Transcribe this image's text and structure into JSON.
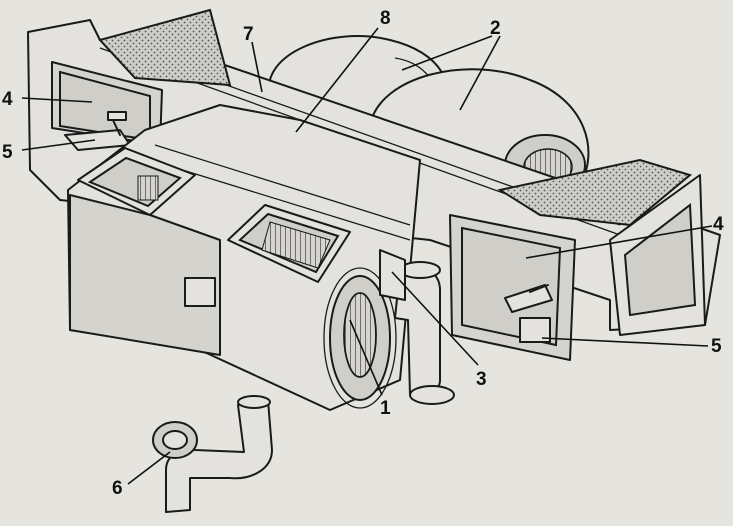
{
  "callouts": [
    {
      "id": "1",
      "label": "1"
    },
    {
      "id": "2",
      "label": "2"
    },
    {
      "id": "3",
      "label": "3"
    },
    {
      "id": "4a",
      "label": "4"
    },
    {
      "id": "4b",
      "label": "4"
    },
    {
      "id": "5a",
      "label": "5"
    },
    {
      "id": "5b",
      "label": "5"
    },
    {
      "id": "6",
      "label": "6"
    },
    {
      "id": "7",
      "label": "7"
    },
    {
      "id": "8",
      "label": "8"
    }
  ],
  "colors": {
    "background": "#e6e4df",
    "line": "#1a1a1a"
  }
}
